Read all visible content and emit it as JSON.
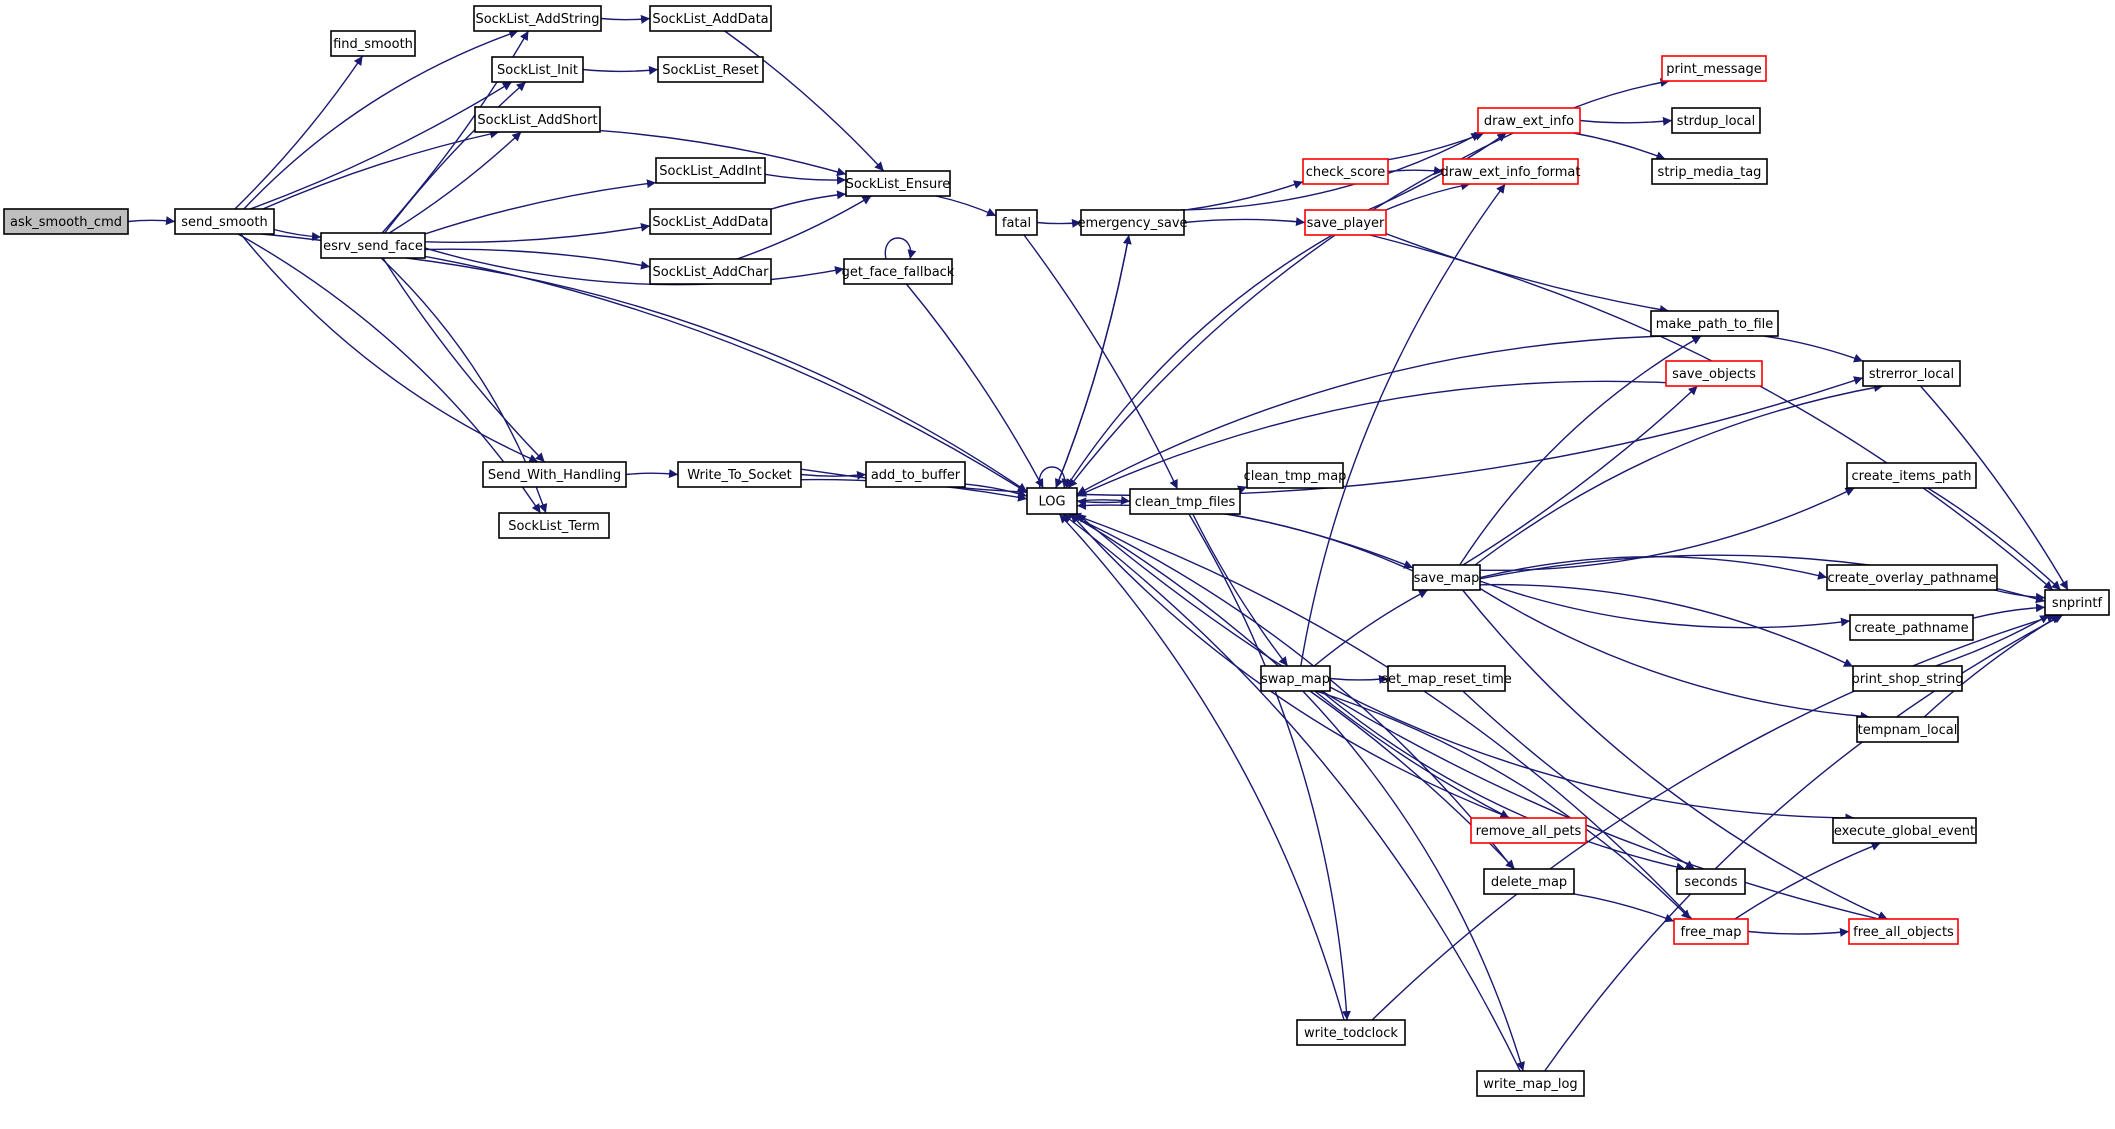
{
  "diagram": {
    "kind": "call-graph",
    "colors": {
      "edge": "#191970",
      "node_border": "#000000",
      "node_border_truncated": "#ff0000",
      "node_fill": "#ffffff",
      "root_fill": "#bfbfbf"
    },
    "nodes": [
      {
        "id": "ask_smooth_cmd",
        "label": "ask_smooth_cmd",
        "root": true,
        "truncated": false
      },
      {
        "id": "send_smooth",
        "label": "send_smooth",
        "root": false,
        "truncated": false
      },
      {
        "id": "find_smooth",
        "label": "find_smooth",
        "root": false,
        "truncated": false
      },
      {
        "id": "esrv_send_face",
        "label": "esrv_send_face",
        "root": false,
        "truncated": false
      },
      {
        "id": "SockList_AddString",
        "label": "SockList_AddString",
        "root": false,
        "truncated": false
      },
      {
        "id": "SockList_AddData_top",
        "label": "SockList_AddData",
        "root": false,
        "truncated": false
      },
      {
        "id": "SockList_Init",
        "label": "SockList_Init",
        "root": false,
        "truncated": false
      },
      {
        "id": "SockList_Reset",
        "label": "SockList_Reset",
        "root": false,
        "truncated": false
      },
      {
        "id": "SockList_AddShort",
        "label": "SockList_AddShort",
        "root": false,
        "truncated": false
      },
      {
        "id": "SockList_AddInt",
        "label": "SockList_AddInt",
        "root": false,
        "truncated": false
      },
      {
        "id": "SockList_AddData",
        "label": "SockList_AddData",
        "root": false,
        "truncated": false
      },
      {
        "id": "SockList_AddChar",
        "label": "SockList_AddChar",
        "root": false,
        "truncated": false
      },
      {
        "id": "SockList_Ensure",
        "label": "SockList_Ensure",
        "root": false,
        "truncated": false
      },
      {
        "id": "get_face_fallback",
        "label": "get_face_fallback",
        "root": false,
        "truncated": false
      },
      {
        "id": "fatal",
        "label": "fatal",
        "root": false,
        "truncated": false
      },
      {
        "id": "emergency_save",
        "label": "emergency_save",
        "root": false,
        "truncated": false
      },
      {
        "id": "check_score",
        "label": "check_score",
        "root": false,
        "truncated": true
      },
      {
        "id": "save_player",
        "label": "save_player",
        "root": false,
        "truncated": true
      },
      {
        "id": "draw_ext_info",
        "label": "draw_ext_info",
        "root": false,
        "truncated": true
      },
      {
        "id": "draw_ext_info_format",
        "label": "draw_ext_info_format",
        "root": false,
        "truncated": true
      },
      {
        "id": "print_message",
        "label": "print_message",
        "root": false,
        "truncated": true
      },
      {
        "id": "strdup_local",
        "label": "strdup_local",
        "root": false,
        "truncated": false
      },
      {
        "id": "strip_media_tag",
        "label": "strip_media_tag",
        "root": false,
        "truncated": false
      },
      {
        "id": "make_path_to_file",
        "label": "make_path_to_file",
        "root": false,
        "truncated": false
      },
      {
        "id": "save_objects",
        "label": "save_objects",
        "root": false,
        "truncated": true
      },
      {
        "id": "strerror_local",
        "label": "strerror_local",
        "root": false,
        "truncated": false
      },
      {
        "id": "Send_With_Handling",
        "label": "Send_With_Handling",
        "root": false,
        "truncated": false
      },
      {
        "id": "Write_To_Socket",
        "label": "Write_To_Socket",
        "root": false,
        "truncated": false
      },
      {
        "id": "add_to_buffer",
        "label": "add_to_buffer",
        "root": false,
        "truncated": false
      },
      {
        "id": "SockList_Term",
        "label": "SockList_Term",
        "root": false,
        "truncated": false
      },
      {
        "id": "LOG",
        "label": "LOG",
        "root": false,
        "truncated": false
      },
      {
        "id": "clean_tmp_files",
        "label": "clean_tmp_files",
        "root": false,
        "truncated": false
      },
      {
        "id": "clean_tmp_map",
        "label": "clean_tmp_map",
        "root": false,
        "truncated": false
      },
      {
        "id": "create_items_path",
        "label": "create_items_path",
        "root": false,
        "truncated": false
      },
      {
        "id": "save_map",
        "label": "save_map",
        "root": false,
        "truncated": false
      },
      {
        "id": "create_overlay_pathname",
        "label": "create_overlay_pathname",
        "root": false,
        "truncated": false
      },
      {
        "id": "snprintf",
        "label": "snprintf",
        "root": false,
        "truncated": false
      },
      {
        "id": "create_pathname",
        "label": "create_pathname",
        "root": false,
        "truncated": false
      },
      {
        "id": "swap_map",
        "label": "swap_map",
        "root": false,
        "truncated": false
      },
      {
        "id": "set_map_reset_time",
        "label": "set_map_reset_time",
        "root": false,
        "truncated": false
      },
      {
        "id": "print_shop_string",
        "label": "print_shop_string",
        "root": false,
        "truncated": false
      },
      {
        "id": "tempnam_local",
        "label": "tempnam_local",
        "root": false,
        "truncated": false
      },
      {
        "id": "remove_all_pets",
        "label": "remove_all_pets",
        "root": false,
        "truncated": true
      },
      {
        "id": "execute_global_event",
        "label": "execute_global_event",
        "root": false,
        "truncated": false
      },
      {
        "id": "delete_map",
        "label": "delete_map",
        "root": false,
        "truncated": false
      },
      {
        "id": "seconds",
        "label": "seconds",
        "root": false,
        "truncated": false
      },
      {
        "id": "free_map",
        "label": "free_map",
        "root": false,
        "truncated": true
      },
      {
        "id": "free_all_objects",
        "label": "free_all_objects",
        "root": false,
        "truncated": true
      },
      {
        "id": "write_todclock",
        "label": "write_todclock",
        "root": false,
        "truncated": false
      },
      {
        "id": "write_map_log",
        "label": "write_map_log",
        "root": false,
        "truncated": false
      }
    ],
    "edges": [
      [
        "ask_smooth_cmd",
        "send_smooth"
      ],
      [
        "send_smooth",
        "find_smooth"
      ],
      [
        "send_smooth",
        "SockList_AddString"
      ],
      [
        "send_smooth",
        "SockList_Init"
      ],
      [
        "send_smooth",
        "SockList_AddShort"
      ],
      [
        "send_smooth",
        "esrv_send_face"
      ],
      [
        "send_smooth",
        "LOG"
      ],
      [
        "send_smooth",
        "Send_With_Handling"
      ],
      [
        "send_smooth",
        "SockList_Term"
      ],
      [
        "esrv_send_face",
        "SockList_AddString"
      ],
      [
        "esrv_send_face",
        "SockList_Init"
      ],
      [
        "esrv_send_face",
        "SockList_AddShort"
      ],
      [
        "esrv_send_face",
        "SockList_AddInt"
      ],
      [
        "esrv_send_face",
        "SockList_AddData"
      ],
      [
        "esrv_send_face",
        "SockList_AddChar"
      ],
      [
        "esrv_send_face",
        "get_face_fallback"
      ],
      [
        "esrv_send_face",
        "LOG"
      ],
      [
        "esrv_send_face",
        "Send_With_Handling"
      ],
      [
        "esrv_send_face",
        "SockList_Term"
      ],
      [
        "SockList_AddString",
        "SockList_AddData_top"
      ],
      [
        "SockList_AddData_top",
        "SockList_Ensure"
      ],
      [
        "SockList_Init",
        "SockList_Reset"
      ],
      [
        "SockList_AddShort",
        "SockList_Ensure"
      ],
      [
        "SockList_AddInt",
        "SockList_Ensure"
      ],
      [
        "SockList_AddData",
        "SockList_Ensure"
      ],
      [
        "SockList_AddChar",
        "SockList_Ensure"
      ],
      [
        "SockList_Ensure",
        "fatal"
      ],
      [
        "get_face_fallback",
        "get_face_fallback"
      ],
      [
        "get_face_fallback",
        "LOG"
      ],
      [
        "fatal",
        "emergency_save"
      ],
      [
        "fatal",
        "clean_tmp_files"
      ],
      [
        "emergency_save",
        "check_score"
      ],
      [
        "emergency_save",
        "save_player"
      ],
      [
        "emergency_save",
        "draw_ext_info"
      ],
      [
        "emergency_save",
        "LOG"
      ],
      [
        "check_score",
        "draw_ext_info"
      ],
      [
        "check_score",
        "draw_ext_info_format"
      ],
      [
        "save_player",
        "draw_ext_info"
      ],
      [
        "save_player",
        "draw_ext_info_format"
      ],
      [
        "save_player",
        "make_path_to_file"
      ],
      [
        "save_player",
        "snprintf"
      ],
      [
        "save_player",
        "LOG"
      ],
      [
        "draw_ext_info",
        "print_message"
      ],
      [
        "draw_ext_info",
        "strdup_local"
      ],
      [
        "draw_ext_info",
        "strip_media_tag"
      ],
      [
        "draw_ext_info",
        "LOG"
      ],
      [
        "Send_With_Handling",
        "Write_To_Socket"
      ],
      [
        "Write_To_Socket",
        "add_to_buffer"
      ],
      [
        "Write_To_Socket",
        "LOG"
      ],
      [
        "Write_To_Socket",
        "strerror_local"
      ],
      [
        "add_to_buffer",
        "LOG"
      ],
      [
        "LOG",
        "LOG"
      ],
      [
        "LOG",
        "clean_tmp_files"
      ],
      [
        "LOG",
        "emergency_save"
      ],
      [
        "clean_tmp_files",
        "LOG"
      ],
      [
        "clean_tmp_files",
        "clean_tmp_map"
      ],
      [
        "clean_tmp_files",
        "save_map"
      ],
      [
        "clean_tmp_files",
        "swap_map"
      ],
      [
        "clean_tmp_files",
        "write_todclock"
      ],
      [
        "make_path_to_file",
        "LOG"
      ],
      [
        "make_path_to_file",
        "strerror_local"
      ],
      [
        "save_objects",
        "LOG"
      ],
      [
        "strerror_local",
        "snprintf"
      ],
      [
        "save_map",
        "LOG"
      ],
      [
        "save_map",
        "make_path_to_file"
      ],
      [
        "save_map",
        "save_objects"
      ],
      [
        "save_map",
        "strerror_local"
      ],
      [
        "save_map",
        "create_items_path"
      ],
      [
        "save_map",
        "create_overlay_pathname"
      ],
      [
        "save_map",
        "create_pathname"
      ],
      [
        "save_map",
        "print_shop_string"
      ],
      [
        "save_map",
        "tempnam_local"
      ],
      [
        "save_map",
        "snprintf"
      ],
      [
        "save_map",
        "free_all_objects"
      ],
      [
        "create_items_path",
        "snprintf"
      ],
      [
        "create_overlay_pathname",
        "snprintf"
      ],
      [
        "create_pathname",
        "snprintf"
      ],
      [
        "print_shop_string",
        "snprintf"
      ],
      [
        "tempnam_local",
        "snprintf"
      ],
      [
        "swap_map",
        "LOG"
      ],
      [
        "swap_map",
        "save_map"
      ],
      [
        "swap_map",
        "set_map_reset_time"
      ],
      [
        "swap_map",
        "draw_ext_info_format"
      ],
      [
        "swap_map",
        "remove_all_pets"
      ],
      [
        "swap_map",
        "delete_map"
      ],
      [
        "swap_map",
        "seconds"
      ],
      [
        "swap_map",
        "free_map"
      ],
      [
        "swap_map",
        "execute_global_event"
      ],
      [
        "swap_map",
        "write_map_log"
      ],
      [
        "set_map_reset_time",
        "seconds"
      ],
      [
        "remove_all_pets",
        "LOG"
      ],
      [
        "delete_map",
        "LOG"
      ],
      [
        "delete_map",
        "free_map"
      ],
      [
        "free_map",
        "LOG"
      ],
      [
        "free_map",
        "execute_global_event"
      ],
      [
        "free_map",
        "free_all_objects"
      ],
      [
        "free_all_objects",
        "LOG"
      ],
      [
        "write_todclock",
        "LOG"
      ],
      [
        "write_todclock",
        "snprintf"
      ],
      [
        "write_map_log",
        "LOG"
      ],
      [
        "write_map_log",
        "snprintf"
      ]
    ]
  }
}
